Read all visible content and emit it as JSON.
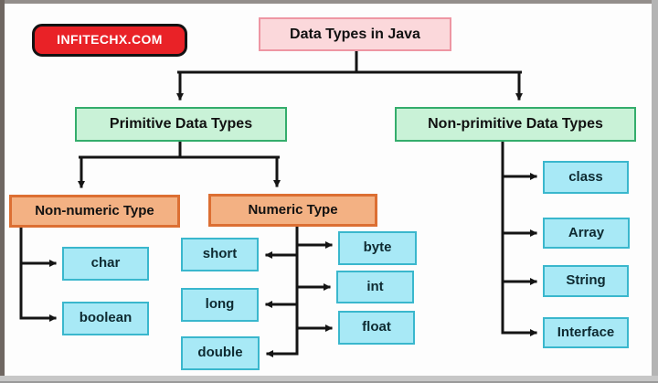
{
  "brand": {
    "label": "INFITECHX.COM"
  },
  "diagram": {
    "title": "Data Types in Java",
    "primitive": "Primitive Data Types",
    "non_primitive": "Non-primitive Data Types",
    "non_numeric": "Non-numeric Type",
    "numeric": "Numeric Type",
    "non_numeric_children": [
      "char",
      "boolean"
    ],
    "numeric_left": [
      "short",
      "long",
      "double"
    ],
    "numeric_right": [
      "byte",
      "int",
      "float"
    ],
    "non_primitive_children": [
      "class",
      "Array",
      "String",
      "Interface"
    ]
  },
  "colors": {
    "badge_red": "#e92227",
    "title_pink_fill": "#fbd8db",
    "title_pink_border": "#ee96a3",
    "green_fill": "#c9f2d7",
    "green_border": "#34ad6c",
    "orange_fill": "#f3b183",
    "orange_border": "#dc6f33",
    "cyan_fill": "#a8e9f6",
    "cyan_border": "#3ab7cd",
    "connector_black": "#141414"
  }
}
